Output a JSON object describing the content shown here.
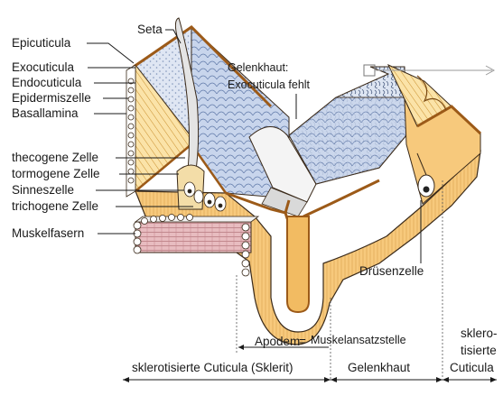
{
  "labels": {
    "seta": "Seta",
    "epicuticula": "Epicuticula",
    "exocuticula": "Exocuticula",
    "endocuticula": "Endocuticula",
    "epidermiszelle": "Epidermiszelle",
    "basallamina": "Basallamina",
    "thecogene_zelle": "thecogene Zelle",
    "tormogene_zelle": "tormogene Zelle",
    "sinneszelle": "Sinneszelle",
    "trichogene_zelle": "trichogene Zelle",
    "muskelfasern": "Muskelfasern",
    "gelenkhaut_line1": "Gelenkhaut:",
    "gelenkhaut_line2": "Exocuticula fehlt",
    "druesenzelle": "Drüsenzelle",
    "apodem": "Apodem",
    "equals": "=",
    "muskelansatzstelle": "Muskelansatzstelle",
    "sklerit": "sklerotisierte Cuticula (Sklerit)",
    "gelenkhaut": "Gelenkhaut",
    "sklero_line1": "sklero-",
    "sklero_line2": "tisierte",
    "sklero_line3": "Cuticula"
  },
  "colors": {
    "epidermis": "#f7c97c",
    "epidermis_dark": "#e8a847",
    "exocuticula": "#b06a1c",
    "endocuticula_blue": "#c9d6ec",
    "endocuticula_light": "#e6ecf6",
    "seta": "#d9d9d9",
    "muscle": "#e6b8bc",
    "outline": "#3a2a1a"
  }
}
